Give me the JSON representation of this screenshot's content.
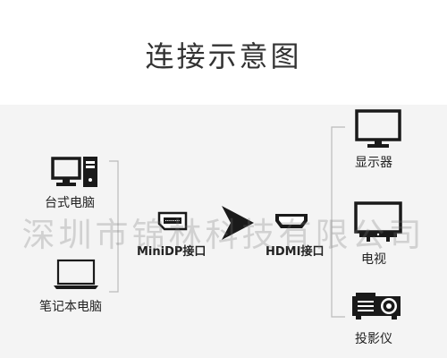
{
  "title": "连接示意图",
  "sources": [
    {
      "label": "台式电脑",
      "icon": "desktop-computer-icon"
    },
    {
      "label": "笔记本电脑",
      "icon": "laptop-icon"
    }
  ],
  "connector": {
    "input_label": "MiniDP接口",
    "input_icon": "minidp-port-icon",
    "arrow_icon": "arrow-right-icon",
    "output_label": "HDMI接口",
    "output_icon": "hdmi-port-icon"
  },
  "targets": [
    {
      "label": "显示器",
      "icon": "monitor-icon"
    },
    {
      "label": "电视",
      "icon": "tv-icon"
    },
    {
      "label": "投影仪",
      "icon": "projector-icon"
    }
  ],
  "watermark": "深圳市锦林科技有限公司",
  "colors": {
    "icon": "#1a1a1a",
    "background_band": "#f4f4f4",
    "bracket": "#bbbbbb"
  }
}
